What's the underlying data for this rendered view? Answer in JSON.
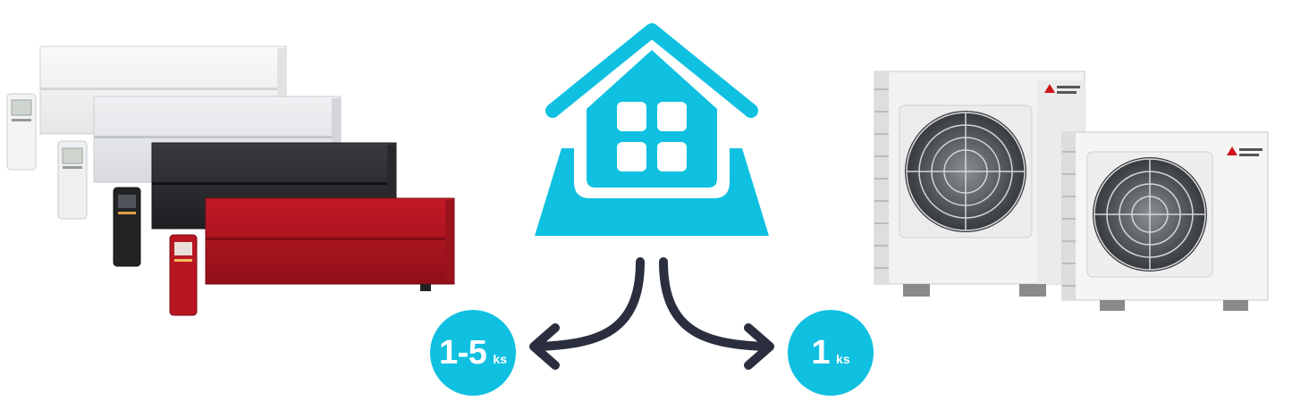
{
  "colors": {
    "accent": "#0fc0e0",
    "arrow": "#2a2e3e",
    "unit_white": "#f3f3f3",
    "unit_silver": "#e9eaed",
    "unit_black": "#2b2b2f",
    "unit_red": "#b01420"
  },
  "icons": {
    "center": "house-icon",
    "arrows": [
      "curved-arrow-left-icon",
      "curved-arrow-right-icon"
    ]
  },
  "left_badge": {
    "number": "1-5",
    "unit": "ks"
  },
  "right_badge": {
    "number": "1",
    "unit": "ks"
  }
}
